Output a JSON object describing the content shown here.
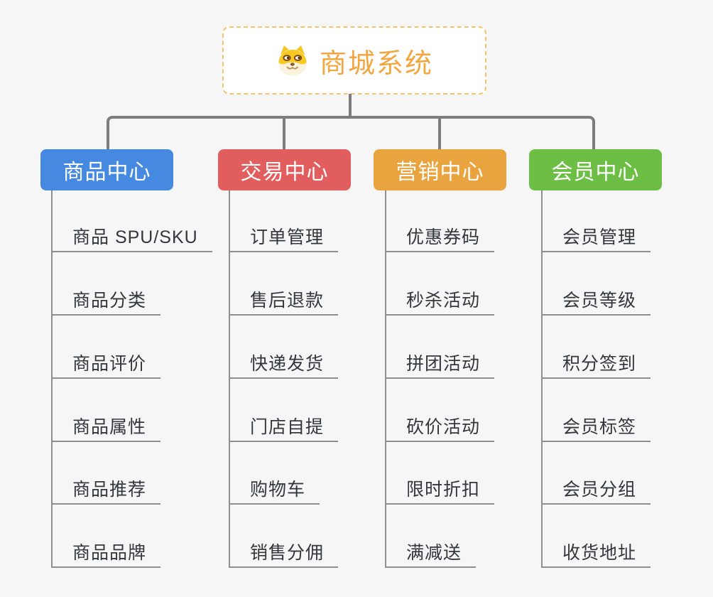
{
  "root": {
    "label": "商城系统",
    "icon": "dog-face-icon"
  },
  "branches": [
    {
      "label": "商品中心",
      "color": "#4589e0",
      "children": [
        "商品 SPU/SKU",
        "商品分类",
        "商品评价",
        "商品属性",
        "商品推荐",
        "商品品牌"
      ]
    },
    {
      "label": "交易中心",
      "color": "#e25d5d",
      "children": [
        "订单管理",
        "售后退款",
        "快递发货",
        "门店自提",
        "购物车",
        "销售分佣"
      ]
    },
    {
      "label": "营销中心",
      "color": "#e9a43f",
      "children": [
        "优惠券码",
        "秒杀活动",
        "拼团活动",
        "砍价活动",
        "限时折扣",
        "满减送"
      ]
    },
    {
      "label": "会员中心",
      "color": "#6cbf44",
      "children": [
        "会员管理",
        "会员等级",
        "积分签到",
        "会员标签",
        "会员分组",
        "收货地址"
      ]
    }
  ],
  "colors": {
    "background": "#f6f6f6",
    "connector": "#7d7d7d",
    "leaf_line": "#8f8f8f",
    "leaf_text": "#33373d",
    "root_text": "#f2a640",
    "root_border": "#f7c36a",
    "node_text": "#ffffff"
  }
}
